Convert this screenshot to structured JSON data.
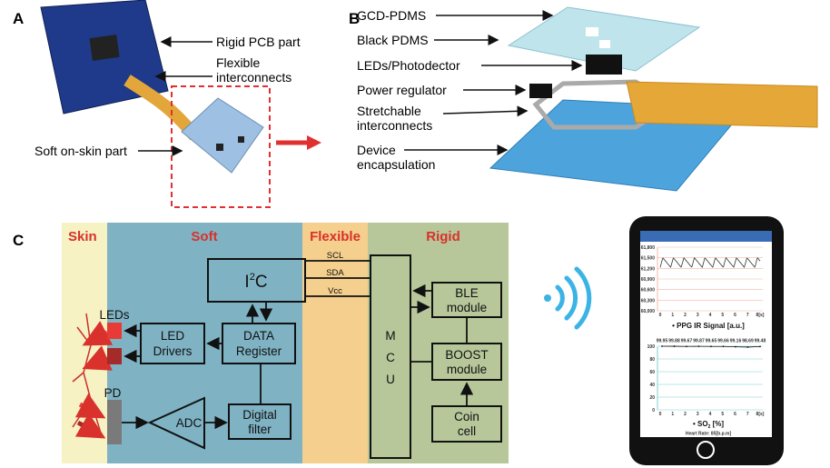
{
  "panel_a": {
    "label": "A",
    "annotations": {
      "rigid": "Rigid PCB part",
      "flex_1": "Flexible",
      "flex_2": "interconnects",
      "soft": "Soft on-skin part"
    }
  },
  "panel_b": {
    "label": "B",
    "annotations": {
      "gcd": "GCD-PDMS",
      "black": "Black PDMS",
      "leds": "LEDs/Photodector",
      "power": "Power regulator",
      "stretch_1": "Stretchable",
      "stretch_2": "interconnects",
      "encap_1": "Device",
      "encap_2": "encapsulation"
    }
  },
  "panel_c": {
    "label": "C",
    "zones": {
      "skin": "Skin",
      "soft": "Soft",
      "flexible": "Flexible",
      "rigid": "Rigid"
    },
    "zone_colors": {
      "skin": "#f6f2c4",
      "soft": "#7fb3c4",
      "flexible": "#f4cf8d",
      "rigid": "#b7c79a"
    },
    "blocks": {
      "i2c": "I",
      "i2c_sup": "2",
      "i2c_end": "C",
      "data_1": "DATA",
      "data_2": "Register",
      "led_drv_1": "LED",
      "led_drv_2": "Drivers",
      "adc": "ADC",
      "filter_1": "Digital",
      "filter_2": "filter",
      "mcu_1": "M",
      "mcu_2": "C",
      "mcu_3": "U",
      "ble_1": "BLE",
      "ble_2": "module",
      "boost_1": "BOOST",
      "boost_2": "module",
      "coin_1": "Coin",
      "coin_2": "cell"
    },
    "signals": [
      "SCL",
      "SDA",
      "Vcc"
    ],
    "leds_label": "LEDs",
    "pd_label": "PD"
  },
  "phone": {
    "ppg_chart": {
      "yticks": [
        "61,800",
        "61,500",
        "61,200",
        "60,900",
        "60,600",
        "60,300",
        "60,000"
      ],
      "xticks": [
        "0",
        "1",
        "2",
        "3",
        "4",
        "5",
        "6",
        "7",
        "8[s]"
      ],
      "title": "PPG IR Signal [a.u.]"
    },
    "so2_chart": {
      "yticks": [
        "100",
        "80",
        "60",
        "40",
        "20",
        "0"
      ],
      "xticks": [
        "0",
        "1",
        "2",
        "3",
        "4",
        "5",
        "6",
        "7",
        "8[s]"
      ],
      "values": [
        "99.95",
        "99.88",
        "99.67",
        "99.87",
        "99.65",
        "99.66",
        "99.16",
        "98.69",
        "99.48"
      ],
      "title": "SO",
      "title_sub": "2",
      "title_end": " [%]"
    },
    "heart_rate": "Heart Rate: 85[b.p.m]",
    "header_color": "#3a6bb5"
  }
}
